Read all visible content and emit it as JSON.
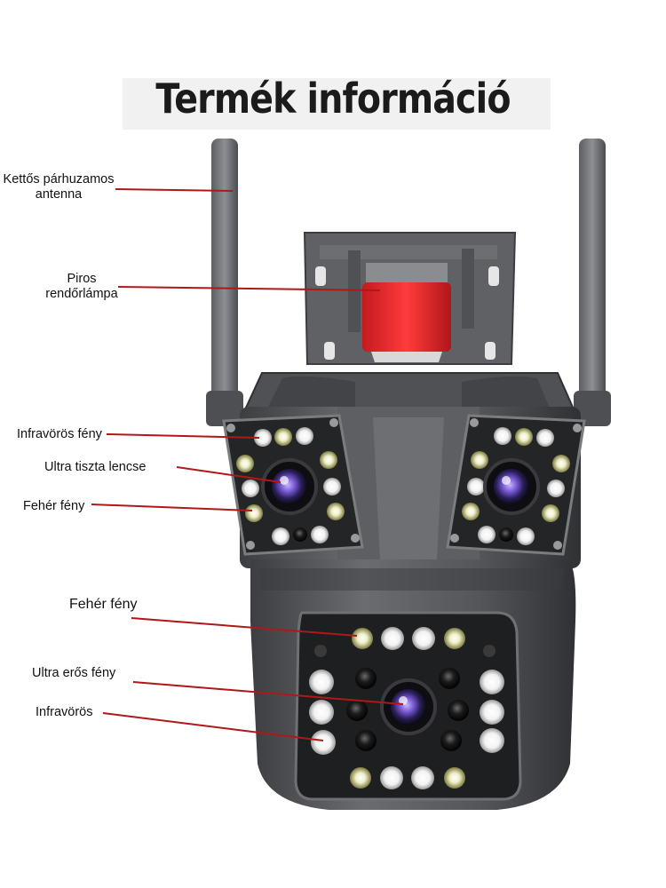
{
  "title": "Termék információ",
  "labels": {
    "antenna": [
      "Kettős párhuzamos",
      "antenna"
    ],
    "police_light": [
      "Piros",
      "rendőrlámpa"
    ],
    "infrared_light": "Infravörös fény",
    "ultra_clear_lens": "Ultra tiszta lencse",
    "white_light_upper": "Fehér fény",
    "white_light_lower": "Fehér fény",
    "ultra_strong_light": "Ultra erős fény",
    "infrared": "Infravörös"
  },
  "colors": {
    "body": "#55575a",
    "body_dark": "#2e3032",
    "police_light": "#e0262a",
    "leader_line": "#b01818",
    "lens": "#7a5bd6"
  }
}
